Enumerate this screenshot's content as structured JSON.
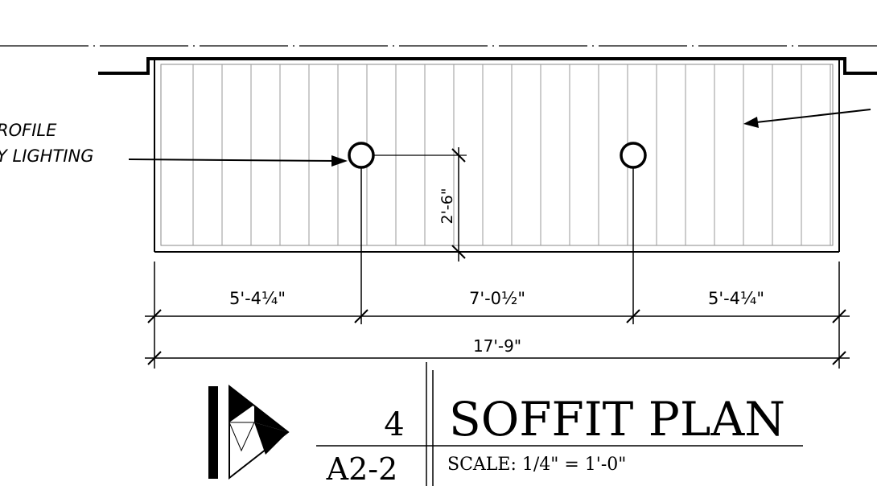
{
  "callouts": {
    "left_line1": "ROFILE",
    "left_line2": "Y LIGHTING"
  },
  "dimensions": {
    "vertical": "2'-6\"",
    "seg_left": "5'-4¼\"",
    "seg_mid": "7'-0½\"",
    "seg_right": "5'-4¼\"",
    "overall": "17'-9\""
  },
  "title_block": {
    "detail_number": "4",
    "sheet_number": "A2-2",
    "title": "SOFFIT PLAN",
    "scale": "SCALE:  1/4\" = 1'-0\""
  },
  "colors": {
    "line": "#000000",
    "hatch": "#9a9a9a"
  }
}
